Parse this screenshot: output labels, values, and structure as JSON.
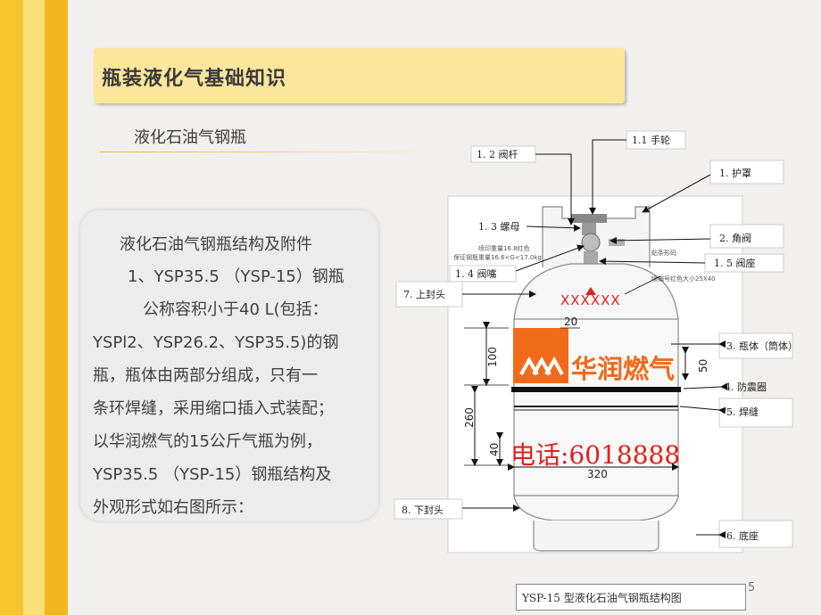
{
  "title": "瓶装液化气基础知识",
  "subtitle": "液化石油气钢瓶",
  "body_lines": [
    "液化石油气钢瓶结构及附件",
    "1、YSP35.5  （YSP-15）钢瓶",
    "公称容积小于40 L(包括：",
    "YSPl2、YSP26.2、YSP35.5)的钢",
    "瓶，瓶体由两部分组成，只有一",
    "条环焊缝，采用缩口插入式装配；",
    "以华润燃气的15公斤气瓶为例，",
    "YSP35.5  （YSP-15）钢瓶结构及",
    "外观形式如右图所示："
  ],
  "diagram": {
    "labels": {
      "handwheel": "1.1  手轮",
      "valve_stem": "1. 2 阀杆",
      "guard": "1.  护罩",
      "nut": "1. 3  螺母",
      "angle_valve": "2.  角阀",
      "nozzle": "1. 4 阀嘴",
      "valve_seat": "1. 5 阀座",
      "upper_head": "7. 上封头",
      "body": "3.  瓶体（筒体）",
      "shock_ring": "4.  防震圈",
      "weld": "5.  焊缝",
      "lower_head": "8. 下封头",
      "base": "6.  底座"
    },
    "small_texts": {
      "spray_weight": "喷印重量16.8红色",
      "guarantee": "保证钢瓶重量16.6<G<17.0kg",
      "barcode": "贴条形码",
      "spray_code": "喷编号红色大小25X40"
    },
    "marks": "XXXXXX",
    "brand": "华润燃气",
    "phone": "电话:6018888",
    "dimensions": [
      "20",
      "100",
      "50",
      "260",
      "40",
      "320"
    ]
  },
  "caption": "YSP-15 型液化石油气钢瓶结构图",
  "page_number": "5",
  "colors": {
    "stripe_dark": "#f3b61f",
    "stripe_light": "#fbe07a",
    "title_bg": "#fbe69b",
    "brand_orange": "#f06a1a",
    "phone_red": "#e0201e"
  }
}
